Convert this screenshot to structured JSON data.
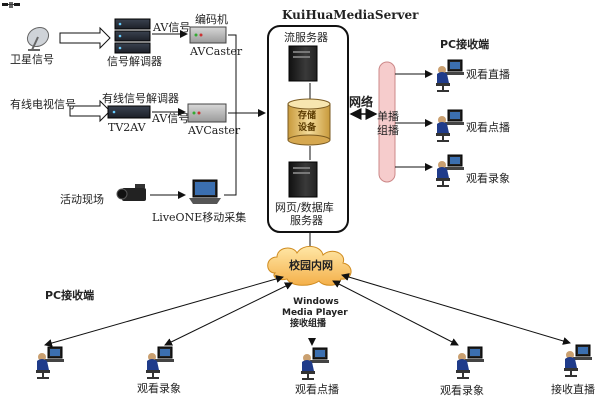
{
  "title": "KuiHuaMediaServer",
  "sources": {
    "satellite": "卫星信号",
    "cable_tv": "有线电视信号",
    "live_event": "活动现场"
  },
  "devices": {
    "demodulator": "信号解调器",
    "av_signal_1": "AV信号",
    "encoder": "编码机",
    "avcaster_1": "AVCaster",
    "cable_demodulator": "有线信号解调器",
    "tv2av": "TV2AV",
    "av_signal_2": "AV信号",
    "avcaster_2": "AVCaster",
    "liveone": "LiveONE移动采集"
  },
  "server": {
    "streaming": "流服务器",
    "storage_line1": "存储",
    "storage_line2": "设备",
    "web_db_line1": "网页/数据库",
    "web_db_line2": "服务器"
  },
  "network": {
    "label": "网络",
    "unicast_line1": "单播",
    "unicast_line2": "组播"
  },
  "pc_top": {
    "heading": "PC接收端",
    "items": [
      "观看直播",
      "观看点播",
      "观看录象"
    ]
  },
  "campus": {
    "label": "校园内网",
    "player_line1": "Windows",
    "player_line2": "Media Player",
    "player_line3": "接收组播"
  },
  "pc_bottom": {
    "heading": "PC接收端",
    "items": [
      "观看录象",
      "观看点播",
      "观看录象",
      "接收直播"
    ]
  }
}
